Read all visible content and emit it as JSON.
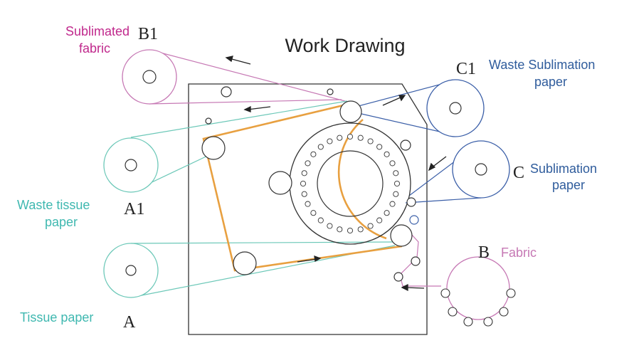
{
  "title": "Work Drawing",
  "labels": {
    "sublimated_fabric_line1": "Sublimated",
    "sublimated_fabric_line2": "fabric",
    "b1": "B1",
    "c1": "C1",
    "waste_sublimation_line1": "Waste Sublimation",
    "waste_sublimation_line2": "paper",
    "c": "C",
    "sublimation_line1": "Sublimation",
    "sublimation_line2": "paper",
    "waste_tissue_line1": "Waste tissue",
    "waste_tissue_line2": "paper",
    "a1": "A1",
    "b": "B",
    "fabric": "Fabric",
    "tissue_paper": "Tissue paper",
    "a": "A"
  },
  "colors": {
    "fabric": "#c678b4",
    "sublimation": "#3b5fa8",
    "tissue": "#6cc8b8",
    "belt": "#e8a040",
    "frame": "#333333",
    "label_fabric": "#c0288c",
    "label_sublimation": "#2f5c9c",
    "label_tissue": "#3fb8b0"
  }
}
